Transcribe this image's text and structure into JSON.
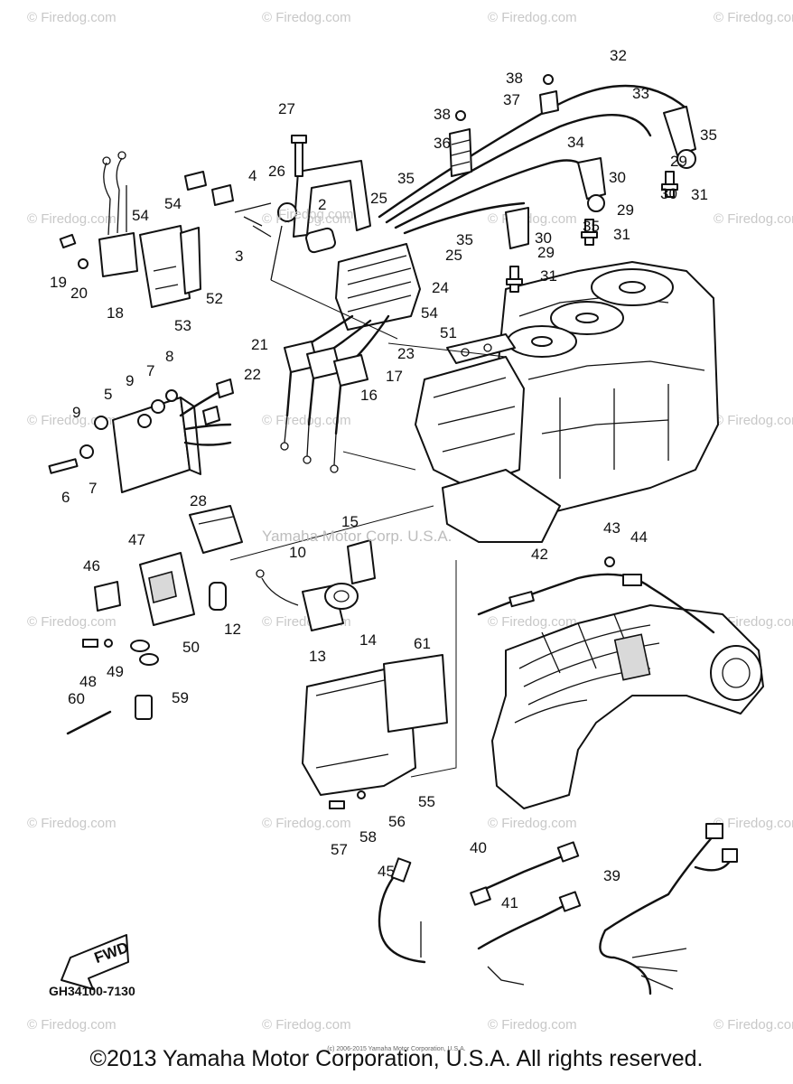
{
  "watermark": "© Firedog.com",
  "center_watermark": "Yamaha Motor Corp. U.S.A.",
  "inline_watermark": "Firedog.com",
  "diagram_code": "GH34100-7130",
  "direction_label": "FWD",
  "copyright": "©2013 Yamaha Motor Corporation, U.S.A. All rights reserved.",
  "small_print": "(c) 2006-2015 Yamaha Motor Corporation, U.S.A.",
  "callouts": [
    "2",
    "3",
    "4",
    "5",
    "6",
    "7",
    "7",
    "8",
    "9",
    "9",
    "10",
    "12",
    "13",
    "14",
    "15",
    "16",
    "17",
    "18",
    "19",
    "20",
    "21",
    "22",
    "23",
    "24",
    "25",
    "25",
    "26",
    "27",
    "28",
    "29",
    "29",
    "29",
    "30",
    "30",
    "30",
    "31",
    "31",
    "31",
    "32",
    "33",
    "34",
    "35",
    "35",
    "35",
    "35",
    "36",
    "37",
    "38",
    "38",
    "39",
    "40",
    "41",
    "42",
    "43",
    "44",
    "45",
    "46",
    "47",
    "48",
    "49",
    "50",
    "51",
    "52",
    "53",
    "54",
    "54",
    "54",
    "55",
    "56",
    "57",
    "58",
    "59",
    "60",
    "61"
  ]
}
